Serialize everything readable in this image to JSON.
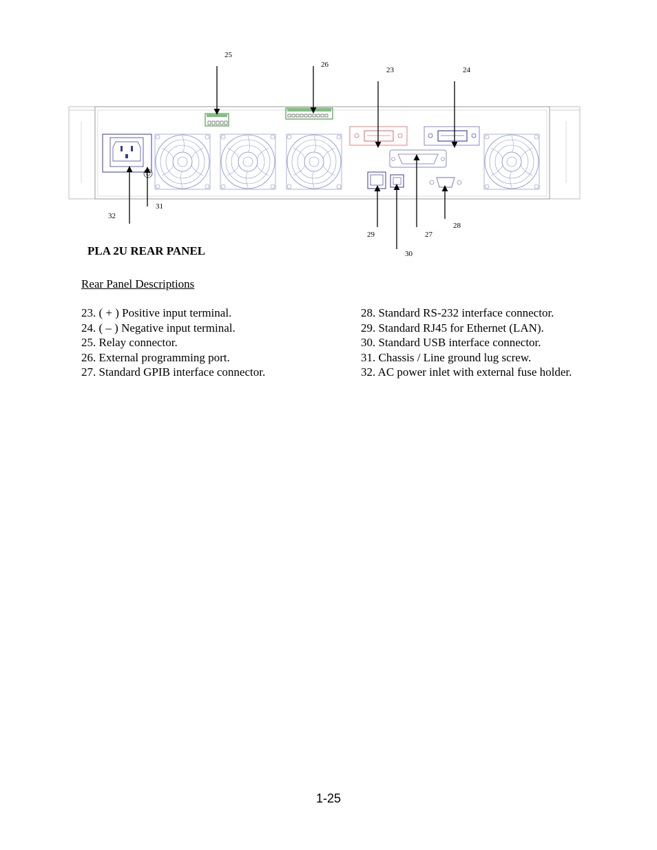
{
  "callouts": {
    "c23": "23",
    "c24": "24",
    "c25": "25",
    "c26": "26",
    "c27": "27",
    "c28": "28",
    "c29": "29",
    "c30": "30",
    "c31": "31",
    "c32": "32"
  },
  "panel_title": "PLA 2U REAR PANEL",
  "section_heading": "Rear Panel Descriptions",
  "descriptions": {
    "left": [
      "23.  ( + ) Positive input terminal.",
      "24.  ( – ) Negative input terminal.",
      "25. Relay connector.",
      "26. External programming port.",
      "27. Standard GPIB interface connector."
    ],
    "right": [
      "28. Standard RS-232 interface connector.",
      "29. Standard RJ45 for Ethernet (LAN).",
      "30. Standard USB interface connector.",
      "31. Chassis / Line ground lug screw.",
      "32. AC power inlet with external fuse holder."
    ]
  },
  "page_number": "1-25",
  "colors": {
    "fan": "#6f7fd0",
    "terminal_green": "#2e8b2e",
    "positive_red": "#d04040",
    "negative_blue": "#2020a0"
  }
}
